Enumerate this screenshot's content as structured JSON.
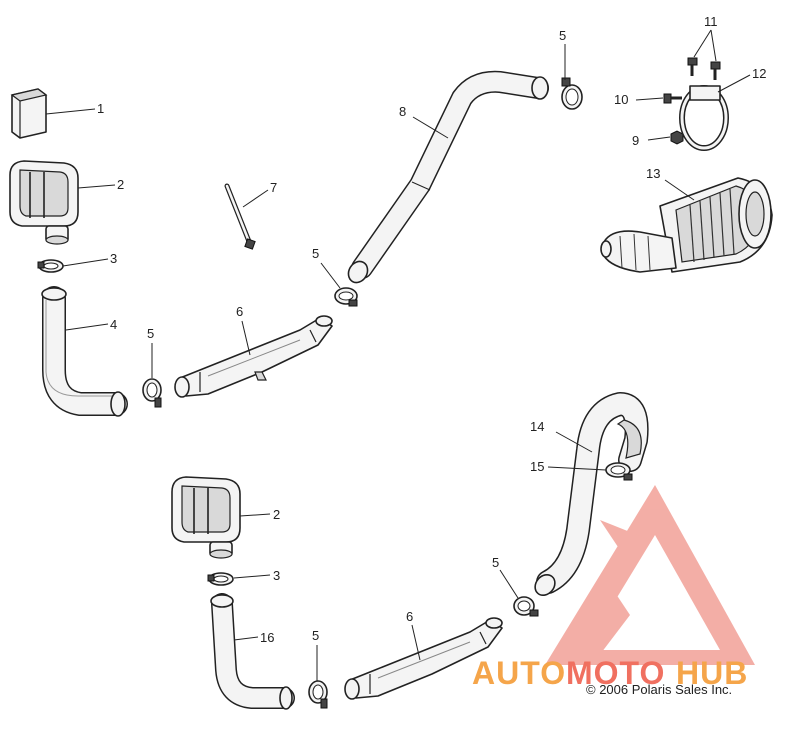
{
  "callouts": {
    "c1": "1",
    "c2a": "2",
    "c2b": "2",
    "c3a": "3",
    "c3b": "3",
    "c4": "4",
    "c5a": "5",
    "c5b": "5",
    "c5c": "5",
    "c5d": "5",
    "c5e": "5",
    "c6a": "6",
    "c6b": "6",
    "c7": "7",
    "c8": "8",
    "c9": "9",
    "c10": "10",
    "c11": "11",
    "c12": "12",
    "c13": "13",
    "c14": "14",
    "c15": "15",
    "c16": "16"
  },
  "watermark": {
    "part1": "AUTO",
    "part2": "MOTO",
    "part3": "HUB"
  },
  "copyright": "© 2006 Polaris Sales Inc.",
  "colors": {
    "watermark_red": "#f07060",
    "watermark_orange": "#f5a54a",
    "line": "#222222",
    "hose_fill": "#f4f4f4"
  }
}
